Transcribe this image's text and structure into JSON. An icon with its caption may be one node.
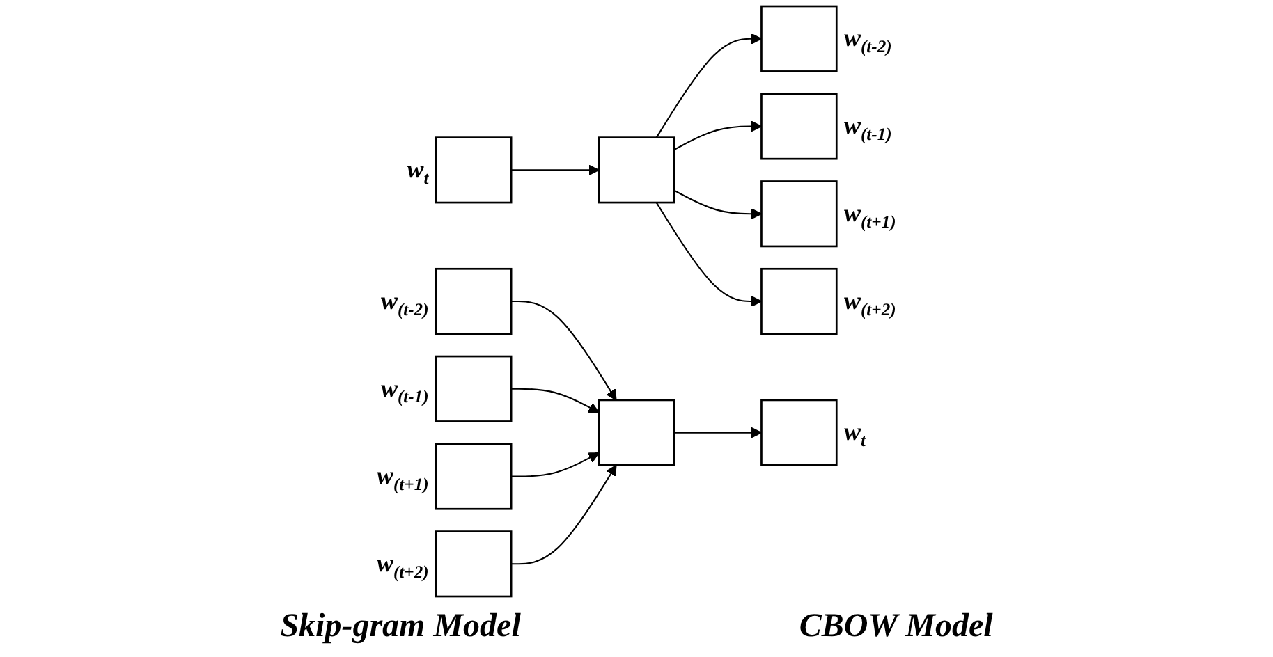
{
  "diagram": {
    "nodes": [
      {
        "text": [],
        "shape": "box",
        "beside": [
          "w$_{t}$"
        ]
      },
      {
        "text": [],
        "shape": "box"
      },
      {
        "text": [],
        "shape": "box",
        "beside": [
          "w$_{(t-2)}$"
        ]
      },
      {
        "text": [],
        "shape": "box",
        "beside": [
          "w$_{(t-1)}$"
        ]
      },
      {
        "text": [],
        "shape": "box",
        "beside": [
          "w$_{(t+1)}$"
        ]
      },
      {
        "text": [],
        "shape": "box",
        "beside": [
          "w$_{(t+2)}$"
        ]
      },
      {
        "text": [],
        "shape": "box",
        "beside": [
          "w$_{(t-2)}$"
        ]
      },
      {
        "text": [],
        "shape": "box",
        "beside": [
          "w$_{(t-1)}$"
        ]
      },
      {
        "text": [],
        "shape": "box",
        "beside": [
          "w$_{(t+1)}$"
        ]
      },
      {
        "text": [],
        "shape": "box",
        "beside": [
          "w$_{(t+2)}$"
        ]
      },
      {
        "text": [],
        "shape": "box"
      },
      {
        "text": [],
        "shape": "box",
        "beside": [
          "w$_{t}$"
        ]
      }
    ],
    "edges": [
      {
        "from": 0,
        "to": 1,
        "arrow": "to"
      },
      {
        "from": 1,
        "to": 2,
        "arrow": "to"
      },
      {
        "from": 1,
        "to": 3,
        "arrow": "to"
      },
      {
        "from": 1,
        "to": 4,
        "arrow": "to"
      },
      {
        "from": 1,
        "to": 5,
        "arrow": "to"
      },
      {
        "from": 6,
        "to": 10,
        "arrow": "to"
      },
      {
        "from": 7,
        "to": 10,
        "arrow": "to"
      },
      {
        "from": 8,
        "to": 10,
        "arrow": "to"
      },
      {
        "from": 9,
        "to": 10,
        "arrow": "to"
      },
      {
        "from": 10,
        "to": 11,
        "arrow": "to"
      }
    ],
    "labels": [
      "Skip-gram Model",
      "CBOW Model"
    ]
  }
}
